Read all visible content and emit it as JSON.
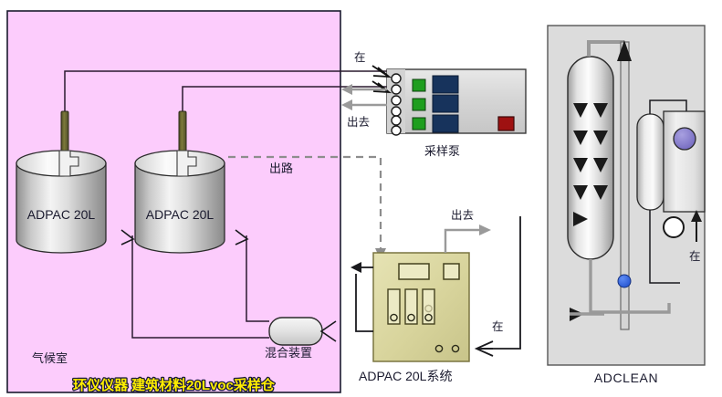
{
  "diagram": {
    "title_watermark": "环仪仪器 建筑材料20Lvoc采样仓",
    "colors": {
      "chamber_fill": "#fcccfc",
      "chamber_border": "#1a1a2e",
      "enclosure_fill": "#dcdcdc",
      "enclosure_border": "#555555",
      "pump_fill": "#d9d9d9",
      "system_fill": "#dcd9a0",
      "led_green": "#1e9e1e",
      "panel_navy": "#17335c",
      "indicator_red": "#9e1111",
      "valve_blue": "#2a5fdb",
      "gauge_purple": "#7b72c8",
      "tube_olive": "#6b6830",
      "pipe_gray": "#9a9a9a",
      "arrow_gray": "#9a9a9a",
      "arrow_black": "#111111",
      "watermark_text": "#ffee00",
      "watermark_outline": "#1a1a3e"
    },
    "chamber": {
      "name_label": "气候室",
      "vessels": [
        {
          "label": "ADPAC 20L"
        },
        {
          "label": "ADPAC 20L"
        }
      ],
      "mixer_label": "混合装置",
      "exit_path_label": "出路"
    },
    "pump": {
      "label": "采样泵",
      "inlet_label": "在",
      "outlet_label": "出去",
      "port_count": 6,
      "led_count": 3,
      "panel_count": 3,
      "indicator_count": 1
    },
    "system": {
      "label": "ADPAC 20L系统",
      "outlet_label": "出去",
      "inlet_label": "在",
      "slider_count": 3,
      "display_count": 2,
      "knob_count": 2
    },
    "adclean": {
      "label": "ADCLEAN",
      "inlet_label": "在",
      "column_chevron_rows": 4,
      "column_chevron_cols": 2
    }
  }
}
